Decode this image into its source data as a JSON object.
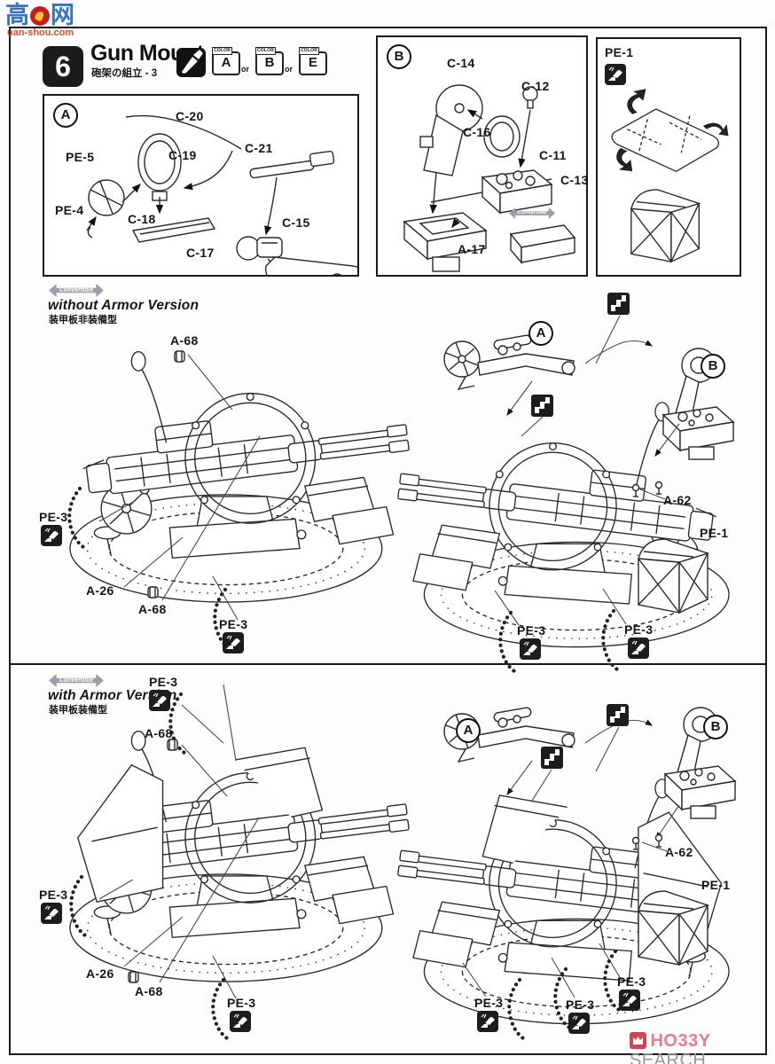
{
  "watermark": {
    "char_left": "高",
    "char_right": "网",
    "domain_text": "uan-shou.com"
  },
  "header": {
    "step_number": "6",
    "title": "Gun Mount",
    "subtitle_jp": "砲架の組立 - 3",
    "color_label": "COLOR",
    "or_label": "or",
    "colors": [
      "A",
      "B",
      "E"
    ]
  },
  "callouts": {
    "a": "A",
    "b": "B"
  },
  "parts": {
    "c20": "C-20",
    "c19": "C-19",
    "c21": "C-21",
    "pe5": "PE-5",
    "pe4": "PE-4",
    "c18": "C-18",
    "c17": "C-17",
    "c15": "C-15",
    "c14": "C-14",
    "c16": "C-16",
    "c12": "C-12",
    "c11": "C-11",
    "c13": "C-13",
    "a17": "A-17",
    "pe1": "PE-1",
    "pe3": "PE-3",
    "a68": "A-68",
    "a26": "A-26",
    "a62": "A-62"
  },
  "sections": {
    "convertible_label": "Convertible",
    "without_armor": {
      "title": "without Armor Version",
      "title_jp": "装甲板非装備型"
    },
    "with_armor": {
      "title": "with Armor Version",
      "title_jp": "装甲板装備型"
    }
  },
  "footer": {
    "brand_red": "HO33Y",
    "brand_gray": "SEARCH"
  },
  "icons": {
    "paint": "paintbrush-icon",
    "pe_tool": "photo-etch-bend-icon",
    "direction": "fold-direction-icon",
    "hobby": "hobby-search-icon",
    "badge": "thumbs-up-badge-icon"
  }
}
